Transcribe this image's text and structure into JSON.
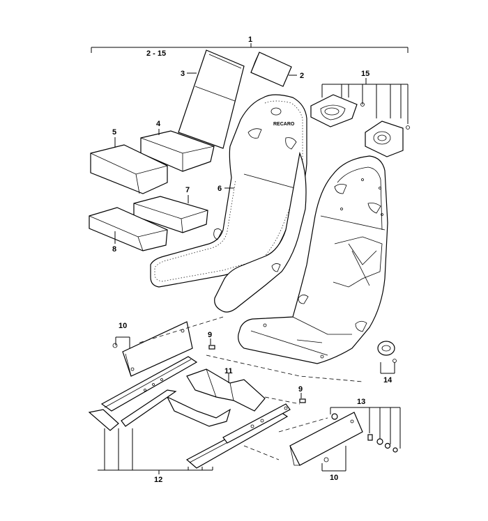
{
  "diagram": {
    "callouts": {
      "c1": "1",
      "c2_15": "2 - 15",
      "c2": "2",
      "c3": "3",
      "c4": "4",
      "c5": "5",
      "c6": "6",
      "c7": "7",
      "c8": "8",
      "c9a": "9",
      "c9b": "9",
      "c10a": "10",
      "c10b": "10",
      "c11": "11",
      "c12": "12",
      "c13": "13",
      "c14": "14",
      "c15": "15"
    },
    "seat_logo": "RECARO"
  }
}
